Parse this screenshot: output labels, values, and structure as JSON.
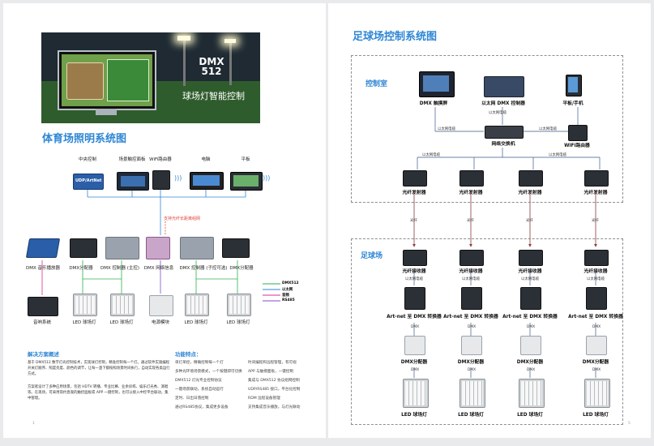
{
  "hero": {
    "logo_top": "DMX",
    "logo_bottom": "512",
    "subtitle": "球场灯智能控制"
  },
  "left": {
    "title": "体育场照明系统图",
    "top_devices": [
      "中央控制",
      "场景触控面板",
      "WiFi路由器",
      "电脑",
      "平板"
    ],
    "udp_label": "UDP/ArtNet",
    "support_note": "支持光纤长距离组网",
    "mid_devices": [
      "DMX 音乐播放器",
      "DMX分配器",
      "DMX 控制器 (主控)",
      "DMX 网络信息",
      "DMX 控制器 (子控可选)",
      "DMX分配器"
    ],
    "bottom_devices": [
      "音响系统",
      "LED 球场灯",
      "LED 球场灯",
      "电源模块",
      "LED 球场灯",
      "LED 球场灯"
    ],
    "legend": [
      {
        "label": "DMX512",
        "color": "#2bb24c"
      },
      {
        "label": "以太网",
        "color": "#2e86d4"
      },
      {
        "label": "音频",
        "color": "#d63384"
      },
      {
        "label": "RS485",
        "color": "#7b4fc9"
      }
    ],
    "solution_title": "解决方案概述",
    "solution_p1": "基于 DMX512 数字灯光控制技术，实现球灯控制，精准控制每一个灯。通过软件实施编程开关灯顺序、照度亮度、颜色的调节，让每一盏下都按照场景时间执行，自动实现各类运行方式。",
    "solution_p2": "方案者设计了多种应用场景，包括 HDTV 转播、专业比赛、业余训练、娱乐灯光秀、演唱等。在现场，可采用简约直观的触控面板或 APP 一键控制，也可以接入中控平台联动，集中管理。",
    "features_title": "功能特点：",
    "features_col1": [
      "单灯单控，精确控制每一个灯",
      "多种光环境场景模式，一个按键即可切换",
      "DMX512 灯光专业控制协议",
      "一键场景联动，系统自动运行",
      "定时、日出日落控制",
      "通过RS485协议，集成更多设备"
    ],
    "features_col2": [
      "时间编程和远程管理，有可视",
      "APP 与触摸面板，一键控制",
      "集成与 DMX512 协议组网控制",
      "UDP/RS485 接口，平台化控制",
      "RDM 远程设备管理",
      "支持集成音乐播放，与灯光联动"
    ],
    "page_no": "1"
  },
  "right": {
    "title": "足球场控制系统图",
    "control_room": "控制室",
    "field": "足球场",
    "top_devices": [
      "DMX 触摸屏",
      "以太网 DMX 控制器",
      "平板/手机"
    ],
    "switch": "网络交换机",
    "router": "WiFi路由器",
    "eth": "以太网电缆",
    "fiber_tx": "光纤发射器",
    "fiber": "光纤",
    "fiber_rx": "光纤接收器",
    "converter": "Art-net 至 DMX 转换器",
    "dmx": "DMX",
    "splitter": "DMX分配器",
    "lamp": "LED 球场灯",
    "page_no": "5"
  }
}
